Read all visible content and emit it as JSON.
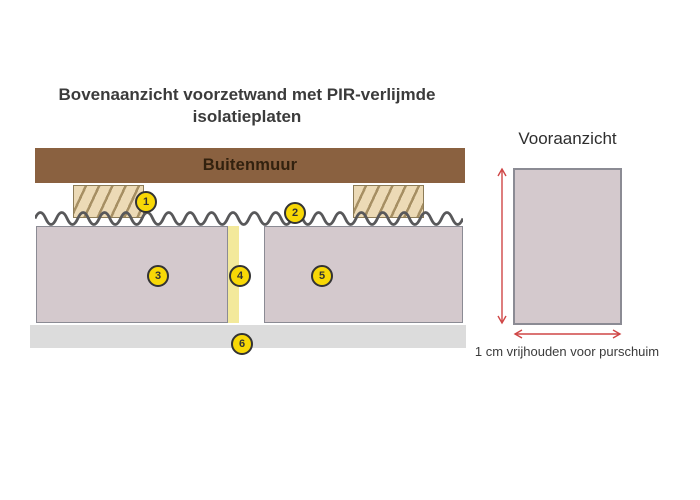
{
  "page": {
    "title_line1": "Bovenaanzicht voorzetwand met PIR-verlijmde",
    "title_line2": "isolatieplaten"
  },
  "top_view": {
    "wall_label": "Buitenmuur",
    "markers": [
      {
        "number": "1"
      },
      {
        "number": "2"
      },
      {
        "number": "3"
      },
      {
        "number": "4"
      },
      {
        "number": "5"
      },
      {
        "number": "6"
      }
    ]
  },
  "front_view": {
    "title": "Vooraanzicht",
    "caption": "1 cm vrijhouden voor purschuim"
  },
  "colors": {
    "outer_wall_brown": "#8a6140",
    "batten_tan": "#ecdab6",
    "batten_hatch": "#a68f63",
    "insulation_board": "#d4c9cd",
    "board_border": "#8b8b94",
    "foam_strip_yellow": "#f3e99b",
    "floor_strip_gray": "#dcdcdc",
    "marker_yellow": "#f8d806",
    "glue_wave_gray": "#58585a",
    "dimension_arrow_red": "#cf4646",
    "text_dark": "#3b3b3b"
  }
}
